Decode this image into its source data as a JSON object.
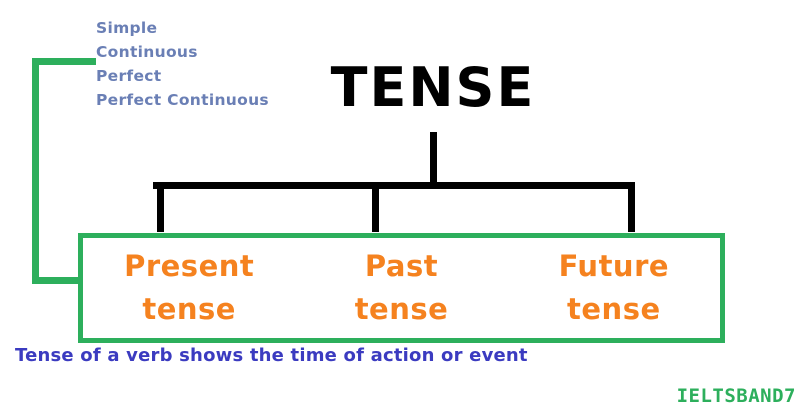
{
  "diagram": {
    "title": "TENSE",
    "aspects": {
      "name": "aspect-list",
      "items": [
        "Simple",
        "Continuous",
        "Perfect",
        "Perfect Continuous"
      ]
    },
    "branches": [
      {
        "id": "present",
        "line1": "Present",
        "line2": "tense"
      },
      {
        "id": "past",
        "line1": "Past",
        "line2": "tense"
      },
      {
        "id": "future",
        "line1": "Future",
        "line2": "tense"
      }
    ],
    "caption": "Tense of a verb shows the time of action or event",
    "watermark": "IELTSBAND7",
    "colors": {
      "title": "#000000",
      "aspect_text": "#6a7fb5",
      "branch_text": "#f5821f",
      "box_border": "#2daf5c",
      "bracket": "#2daf5c",
      "connector": "#000000",
      "caption": "#3b3bc0",
      "watermark": "#2daf5c",
      "background": "#ffffff"
    }
  }
}
